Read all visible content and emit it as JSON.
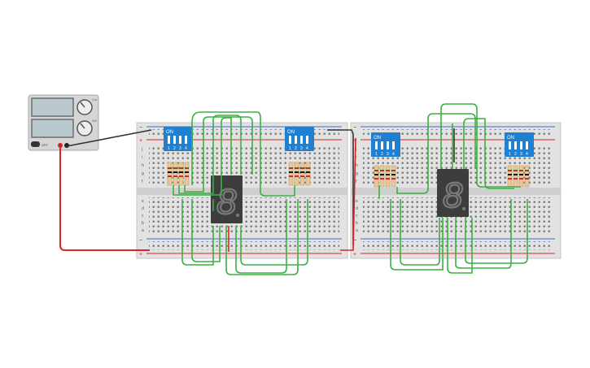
{
  "power_supply": {
    "off_label": "OFF",
    "knob1_label": "Cur",
    "knob2_label": "Vol"
  },
  "dip_switch": {
    "on_label": "ON",
    "positions": [
      "1",
      "2",
      "3",
      "4"
    ]
  },
  "breadboard": {
    "row_letters_top": [
      "j",
      "i",
      "h",
      "g",
      "f"
    ],
    "row_letters_bottom": [
      "e",
      "d",
      "c",
      "b",
      "a"
    ],
    "rail_minus": "−",
    "rail_plus": "+"
  },
  "seven_segment": {
    "digit": "8"
  },
  "colors": {
    "wire_green": "#3cb043",
    "wire_red": "#d8262a",
    "wire_black": "#333333",
    "dip_blue": "#1f7fd0",
    "board": "#e3e3e3",
    "rail_red": "#d8262a",
    "rail_blue": "#3a6fd8"
  }
}
